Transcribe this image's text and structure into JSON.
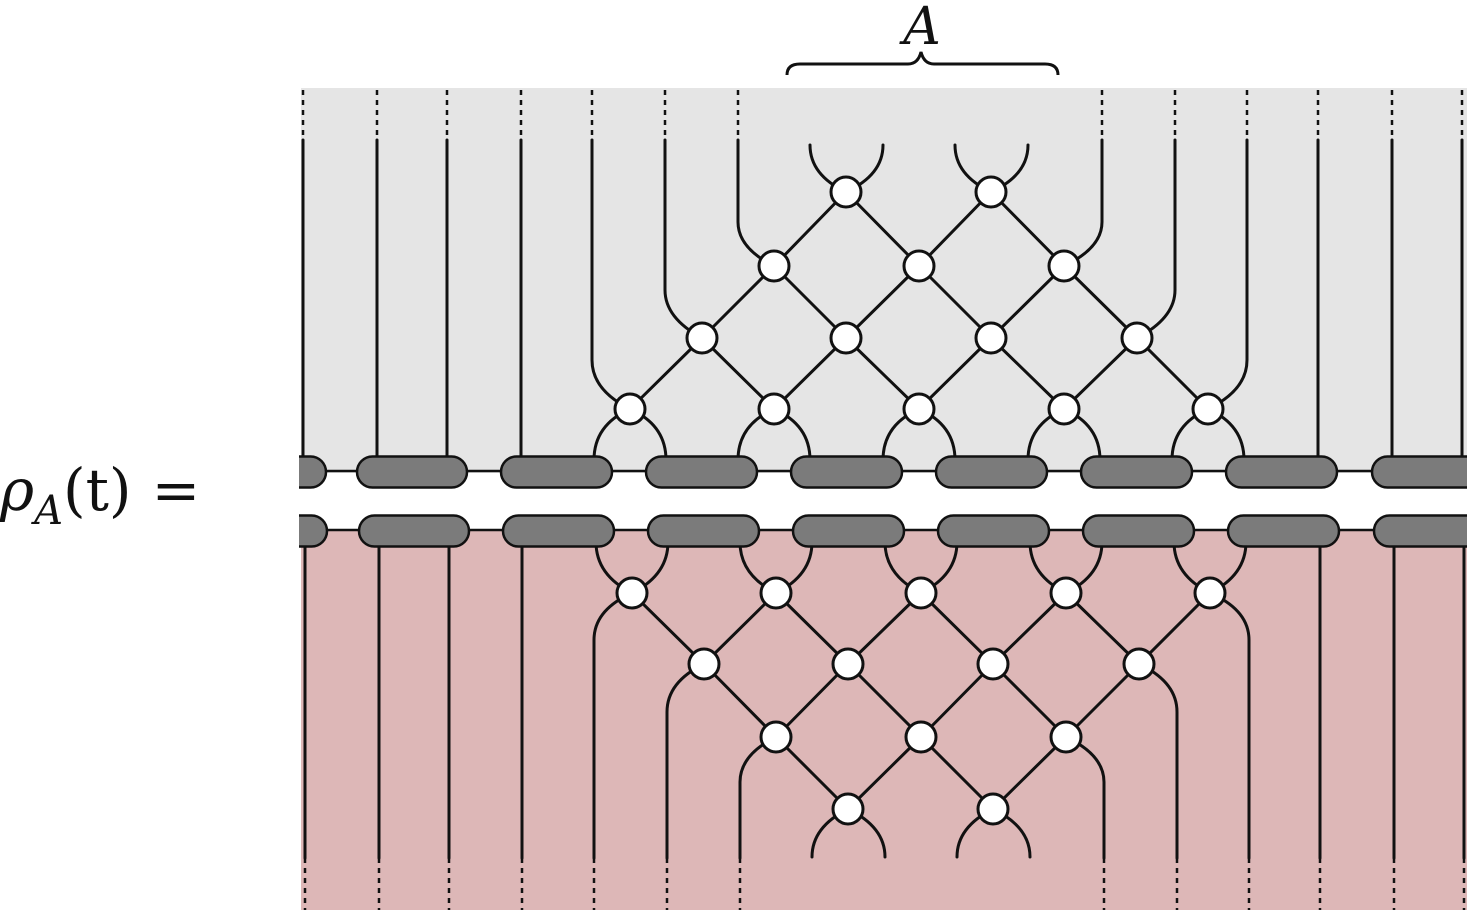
{
  "equation": {
    "symbol": "ρ",
    "subscript": "A",
    "argument": "(t)",
    "equals": "="
  },
  "brace_label": "A",
  "colors": {
    "bra_background": "#e5e5e5",
    "ket_background": "#ddb7b7",
    "gate_fill": "#7b7b7b",
    "node_fill": "#ffffff",
    "line": "#111111"
  }
}
